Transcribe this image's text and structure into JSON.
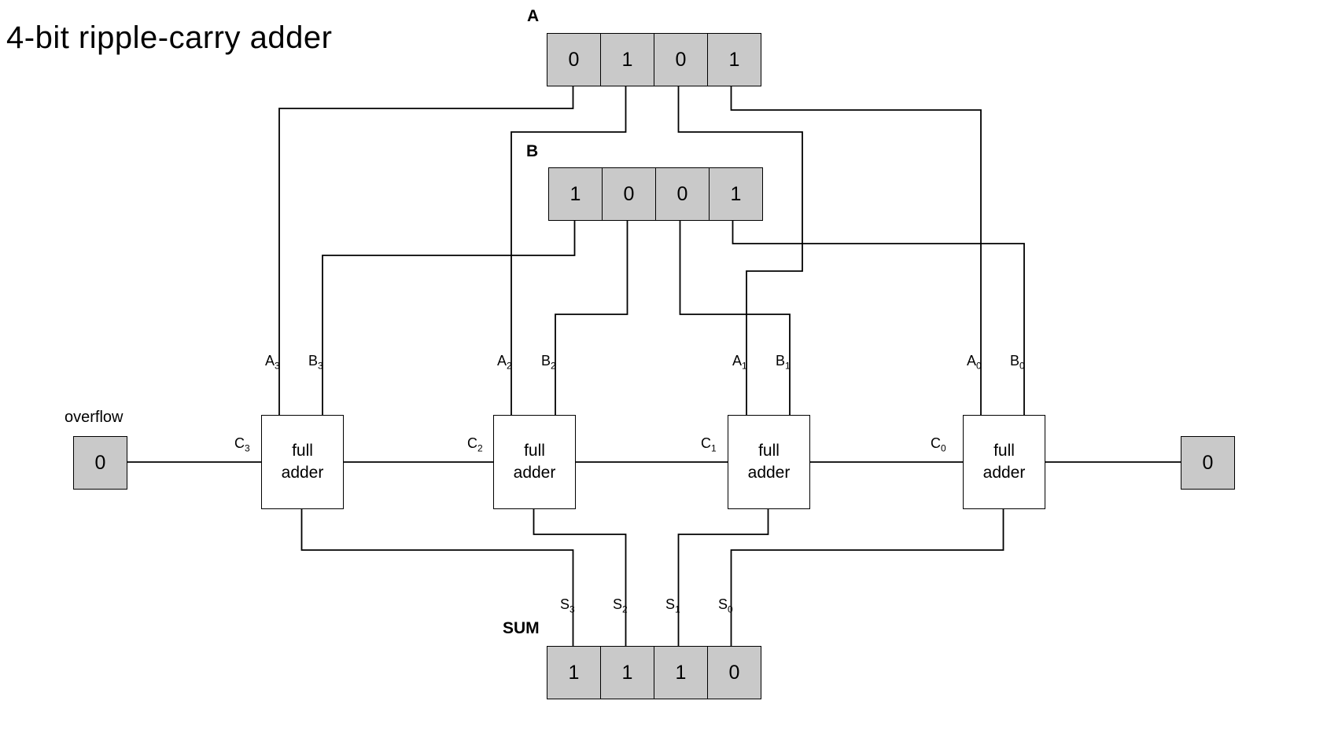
{
  "title": "4-bit ripple-carry adder",
  "register_a": {
    "label": "A",
    "bits": [
      "0",
      "1",
      "0",
      "1"
    ]
  },
  "register_b": {
    "label": "B",
    "bits": [
      "1",
      "0",
      "0",
      "1"
    ]
  },
  "register_sum": {
    "label": "SUM",
    "bits": [
      "1",
      "1",
      "1",
      "0"
    ]
  },
  "full_adder_label": "full\nadder",
  "overflow": {
    "label": "overflow",
    "value": "0"
  },
  "carry_in_value": "0",
  "pin_labels": {
    "a3": {
      "base": "A",
      "sub": "3"
    },
    "b3": {
      "base": "B",
      "sub": "3"
    },
    "a2": {
      "base": "A",
      "sub": "2"
    },
    "b2": {
      "base": "B",
      "sub": "2"
    },
    "a1": {
      "base": "A",
      "sub": "1"
    },
    "b1": {
      "base": "B",
      "sub": "1"
    },
    "a0": {
      "base": "A",
      "sub": "0"
    },
    "b0": {
      "base": "B",
      "sub": "0"
    }
  },
  "carry_labels": {
    "c3": {
      "base": "C",
      "sub": "3"
    },
    "c2": {
      "base": "C",
      "sub": "2"
    },
    "c1": {
      "base": "C",
      "sub": "1"
    },
    "c0": {
      "base": "C",
      "sub": "0"
    }
  },
  "sum_labels": {
    "s3": {
      "base": "S",
      "sub": "3"
    },
    "s2": {
      "base": "S",
      "sub": "2"
    },
    "s1": {
      "base": "S",
      "sub": "1"
    },
    "s0": {
      "base": "S",
      "sub": "0"
    }
  },
  "colors": {
    "cell_fill": "#c9c9c9",
    "box_fill": "#ffffff",
    "wire": "#000000",
    "border": "#000000",
    "background": "#ffffff"
  }
}
